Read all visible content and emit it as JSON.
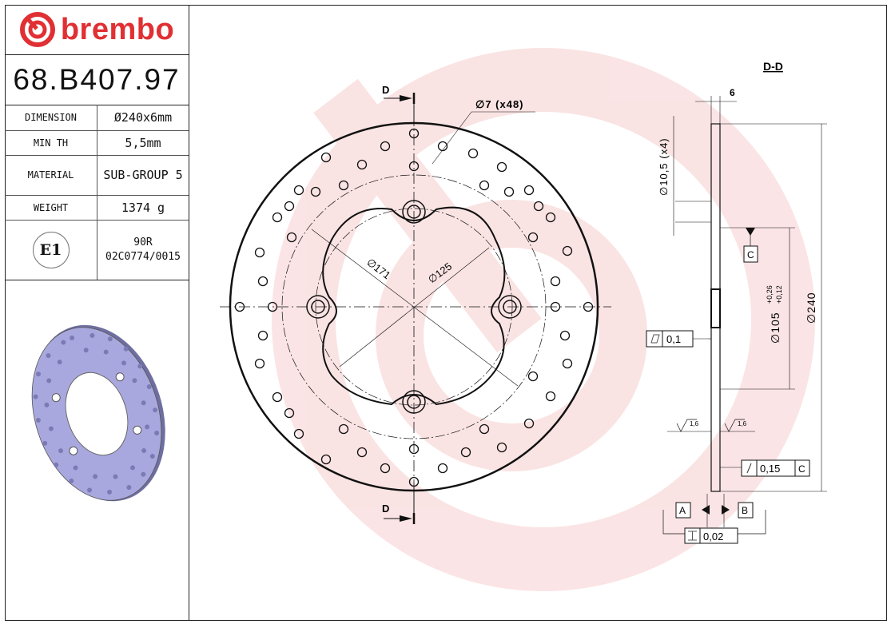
{
  "brand": {
    "name": "brembo",
    "color": "#e03033"
  },
  "part_number": "68.B407.97",
  "specs": [
    {
      "label": "DIMENSION",
      "value": "Ø240x6mm"
    },
    {
      "label": "MIN TH",
      "value": "5,5mm"
    },
    {
      "label": "MATERIAL",
      "value": "SUB-GROUP 5"
    },
    {
      "label": "WEIGHT",
      "value": "1374 g"
    }
  ],
  "homologation": {
    "mark": "E1",
    "line1": "90R",
    "line2": "02C0774/0015"
  },
  "render_color": "#a9a8de",
  "front_view": {
    "section_marker": "D",
    "holes_callout": "∅7 (x48)",
    "pcd_171": "∅171",
    "pcd_125": "∅125"
  },
  "section_view": {
    "title": "D-D",
    "thickness": "6",
    "mount_holes": "∅10,5 (x4)",
    "bore": "∅105",
    "bore_tol_upper": "+0,26",
    "bore_tol_lower": "+0,12",
    "outer_dia": "∅240",
    "datum_c": "C",
    "flatness": "0,1",
    "roughness_left": "1,6",
    "roughness_right": "1,6",
    "runout_value": "0,15",
    "runout_datum": "C",
    "datum_a": "A",
    "datum_b": "B",
    "parallelism": "0,02"
  }
}
